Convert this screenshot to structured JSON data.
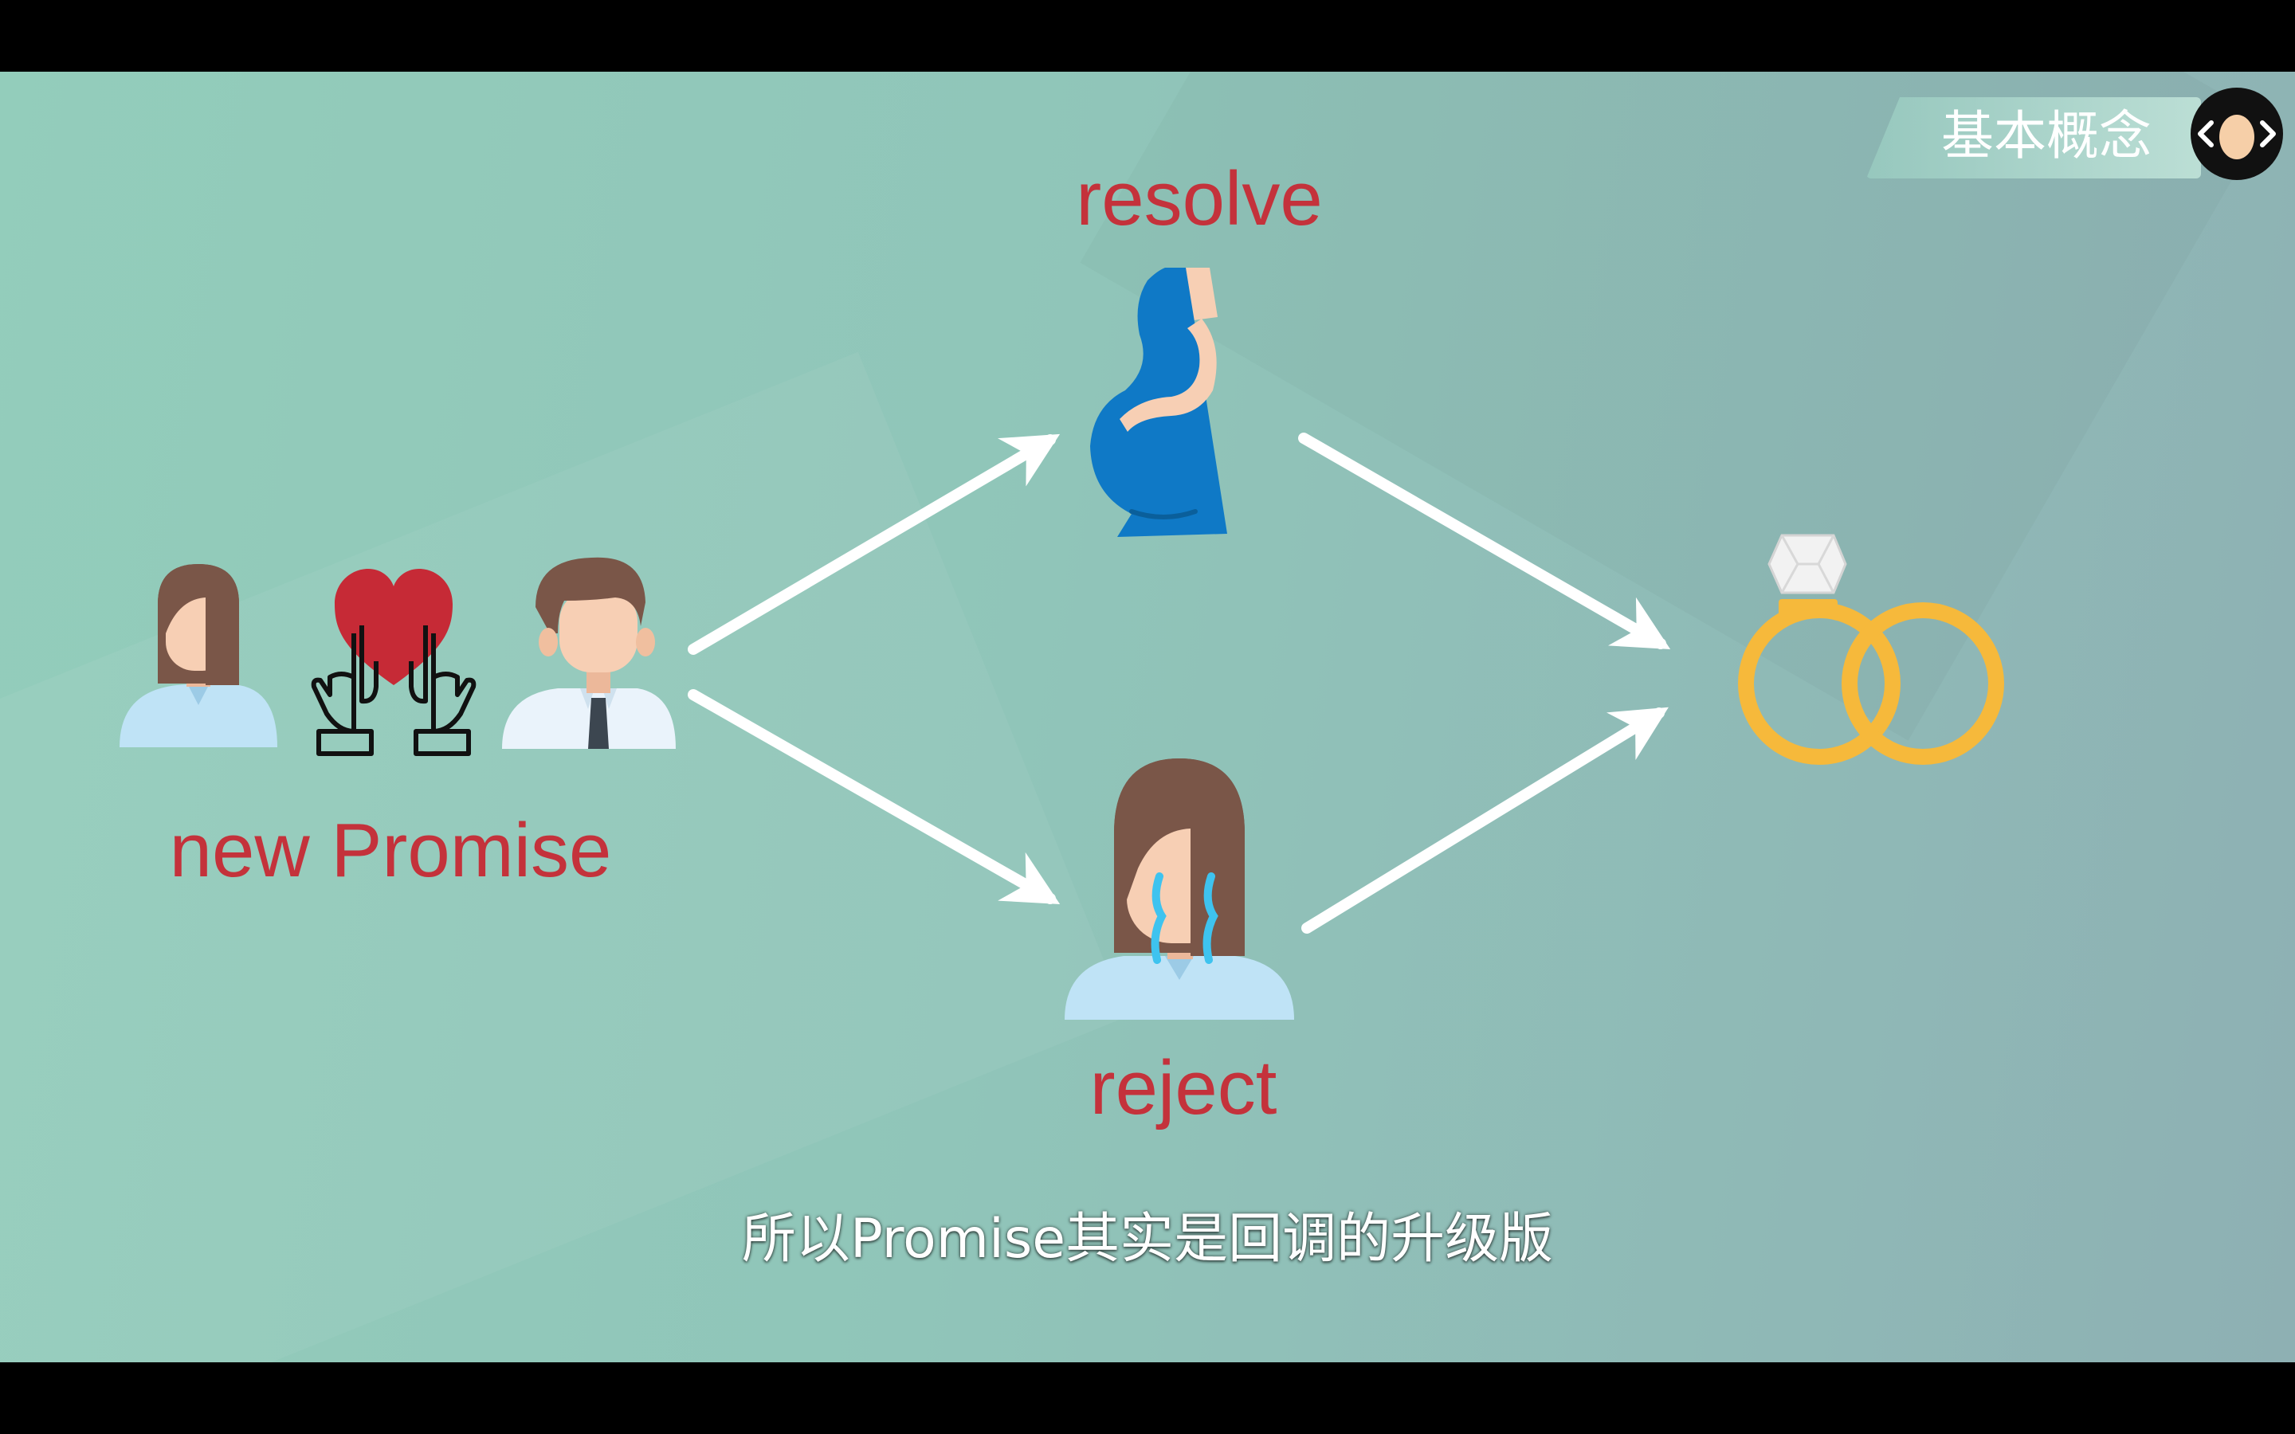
{
  "diagram": {
    "nodes": {
      "start_label": "new Promise",
      "resolve_label": "resolve",
      "reject_label": "reject"
    },
    "icons": {
      "couple": [
        "woman-avatar-icon",
        "heart-with-hands-icon",
        "man-avatar-icon"
      ],
      "resolve": "pregnant-woman-icon",
      "reject": "crying-woman-icon",
      "end": "wedding-rings-icon"
    },
    "edges": [
      {
        "from": "new Promise",
        "to": "resolve"
      },
      {
        "from": "new Promise",
        "to": "reject"
      },
      {
        "from": "resolve",
        "to": "wedding-rings"
      },
      {
        "from": "reject",
        "to": "wedding-rings"
      }
    ]
  },
  "header": {
    "section_title": "基本概念",
    "logo_icon": "egg-logo-icon"
  },
  "subtitle": "所以Promise其实是回调的升级版",
  "colors": {
    "label": "#c4323b",
    "arrow": "#ffffff",
    "ring": "#f6b93b",
    "dress": "#0f79c6",
    "hair": "#7a5648",
    "skin": "#f7cfb4",
    "shirt": "#bfe3f6",
    "heart": "#c62a36"
  }
}
